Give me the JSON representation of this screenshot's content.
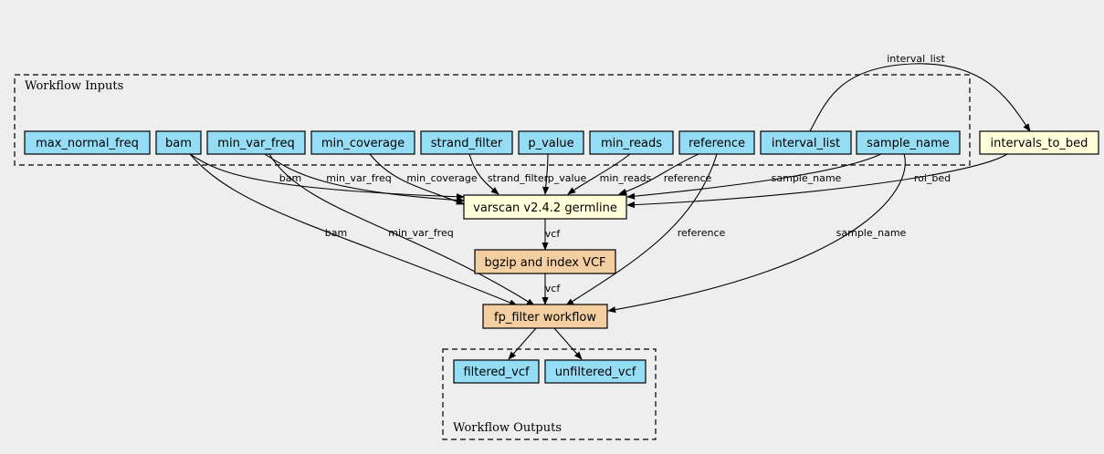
{
  "clusters": {
    "inputs": {
      "label": "Workflow Inputs"
    },
    "outputs": {
      "label": "Workflow Outputs"
    }
  },
  "nodes": {
    "max_normal_freq": {
      "label": "max_normal_freq"
    },
    "bam": {
      "label": "bam"
    },
    "min_var_freq": {
      "label": "min_var_freq"
    },
    "min_coverage": {
      "label": "min_coverage"
    },
    "strand_filter": {
      "label": "strand_filter"
    },
    "p_value": {
      "label": "p_value"
    },
    "min_reads": {
      "label": "min_reads"
    },
    "reference": {
      "label": "reference"
    },
    "interval_list": {
      "label": "interval_list"
    },
    "sample_name": {
      "label": "sample_name"
    },
    "intervals_to_bed": {
      "label": "intervals_to_bed"
    },
    "varscan": {
      "label": "varscan v2.4.2 germline"
    },
    "bgzip": {
      "label": "bgzip and index VCF"
    },
    "fp_filter": {
      "label": "fp_filter workflow"
    },
    "filtered_vcf": {
      "label": "filtered_vcf"
    },
    "unfiltered_vcf": {
      "label": "unfiltered_vcf"
    }
  },
  "edges": {
    "interval_list_to_intervals_to_bed": "interval_list",
    "bam_to_varscan": "bam",
    "min_var_freq_to_varscan": "min_var_freq",
    "min_coverage_to_varscan": "min_coverage",
    "strand_filter_to_varscan": "strand_filter",
    "p_value_to_varscan": "p_value",
    "min_reads_to_varscan": "min_reads",
    "reference_to_varscan": "reference",
    "sample_name_to_varscan": "sample_name",
    "roi_bed_to_varscan": "roi_bed",
    "bam_to_fp_filter": "bam",
    "min_var_freq_to_fp_filter": "min_var_freq",
    "reference_to_fp_filter": "reference",
    "sample_name_to_fp_filter": "sample_name",
    "varscan_to_bgzip": "vcf",
    "bgzip_to_fp_filter": "vcf"
  }
}
